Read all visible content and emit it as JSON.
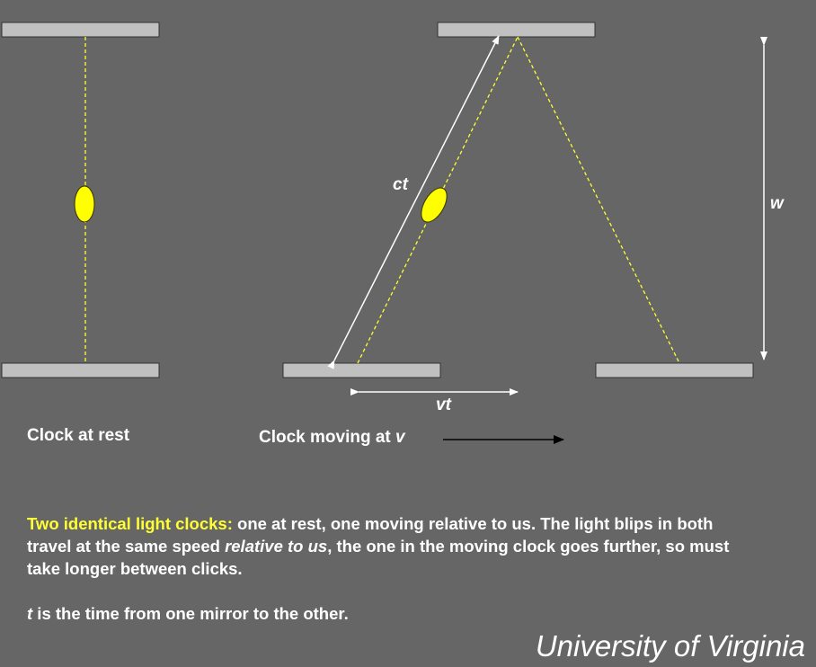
{
  "labels": {
    "ct": "ct",
    "w": "w",
    "vt": "vt",
    "clock_at_rest": "Clock at rest",
    "clock_moving_prefix": "Clock moving at ",
    "clock_moving_var": "v"
  },
  "caption": {
    "highlight": "Two identical light clocks:",
    "part1": " one at rest, one moving relative to us.  The light blips in both travel at the same speed ",
    "italic": "relative to us",
    "part2": ", the one in the moving clock goes further, so must take longer between clicks."
  },
  "note": {
    "var": "t",
    "text": " is the time from one mirror to the other."
  },
  "watermark": "University of Virginia",
  "colors": {
    "background": "#666666",
    "mirror_fill": "#c0c0c0",
    "light_path": "#ffff33",
    "photon": "#ffff00",
    "arrow": "#ffffff",
    "motion_arrow": "#000000",
    "highlight_text": "#ffff33"
  }
}
